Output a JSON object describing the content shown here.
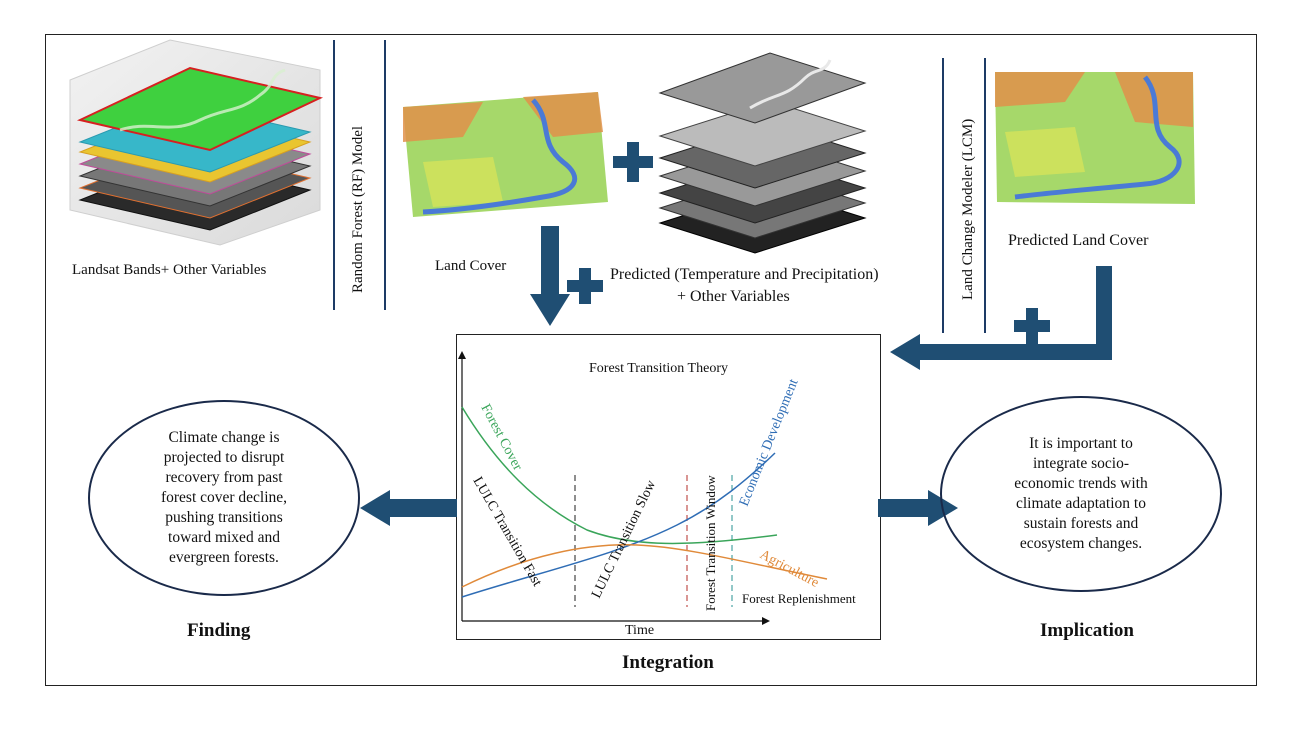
{
  "labels": {
    "landsat": "Landsat Bands+ Other Variables",
    "rf_model": "Random Forest (RF) Model",
    "land_cover": "Land Cover",
    "predicted_vars_line1": "Predicted (Temperature and Precipitation)",
    "predicted_vars_line2": "+ Other Variables",
    "lcm": "Land Change Modeler (LCM)",
    "predicted_land_cover": "Predicted Land Cover"
  },
  "finding": {
    "title": "Finding",
    "lines": [
      "Climate change is",
      "projected to disrupt",
      "recovery from past",
      "forest cover decline,",
      "pushing transitions",
      "toward mixed and",
      "evergreen forests."
    ]
  },
  "implication": {
    "title": "Implication",
    "lines": [
      "It is important to",
      "integrate socio-",
      "economic trends with",
      "climate adaptation to",
      "sustain forests and",
      "ecosystem changes."
    ]
  },
  "integration": {
    "title": "Integration"
  },
  "chart_data": {
    "type": "line",
    "title": "Forest Transition Theory",
    "xlabel": "Time",
    "ylabel": "",
    "series": [
      {
        "name": "Forest Cover",
        "color": "#3aa55a"
      },
      {
        "name": "Economic Development",
        "color": "#2f6db5"
      },
      {
        "name": "Agriculture",
        "color": "#e08a3a"
      }
    ],
    "phases": [
      "LULC Transition Fast",
      "LULC Transition Slow",
      "Forest Transition Window",
      "Forest Replenishment"
    ]
  },
  "colors": {
    "arrow": "#1f4e73",
    "forest": "#3aa55a",
    "economic": "#2f6db5",
    "agriculture": "#e08a3a",
    "dash_dark": "#444444",
    "dash_red": "#c0504d",
    "dash_teal": "#4aa3a3"
  }
}
